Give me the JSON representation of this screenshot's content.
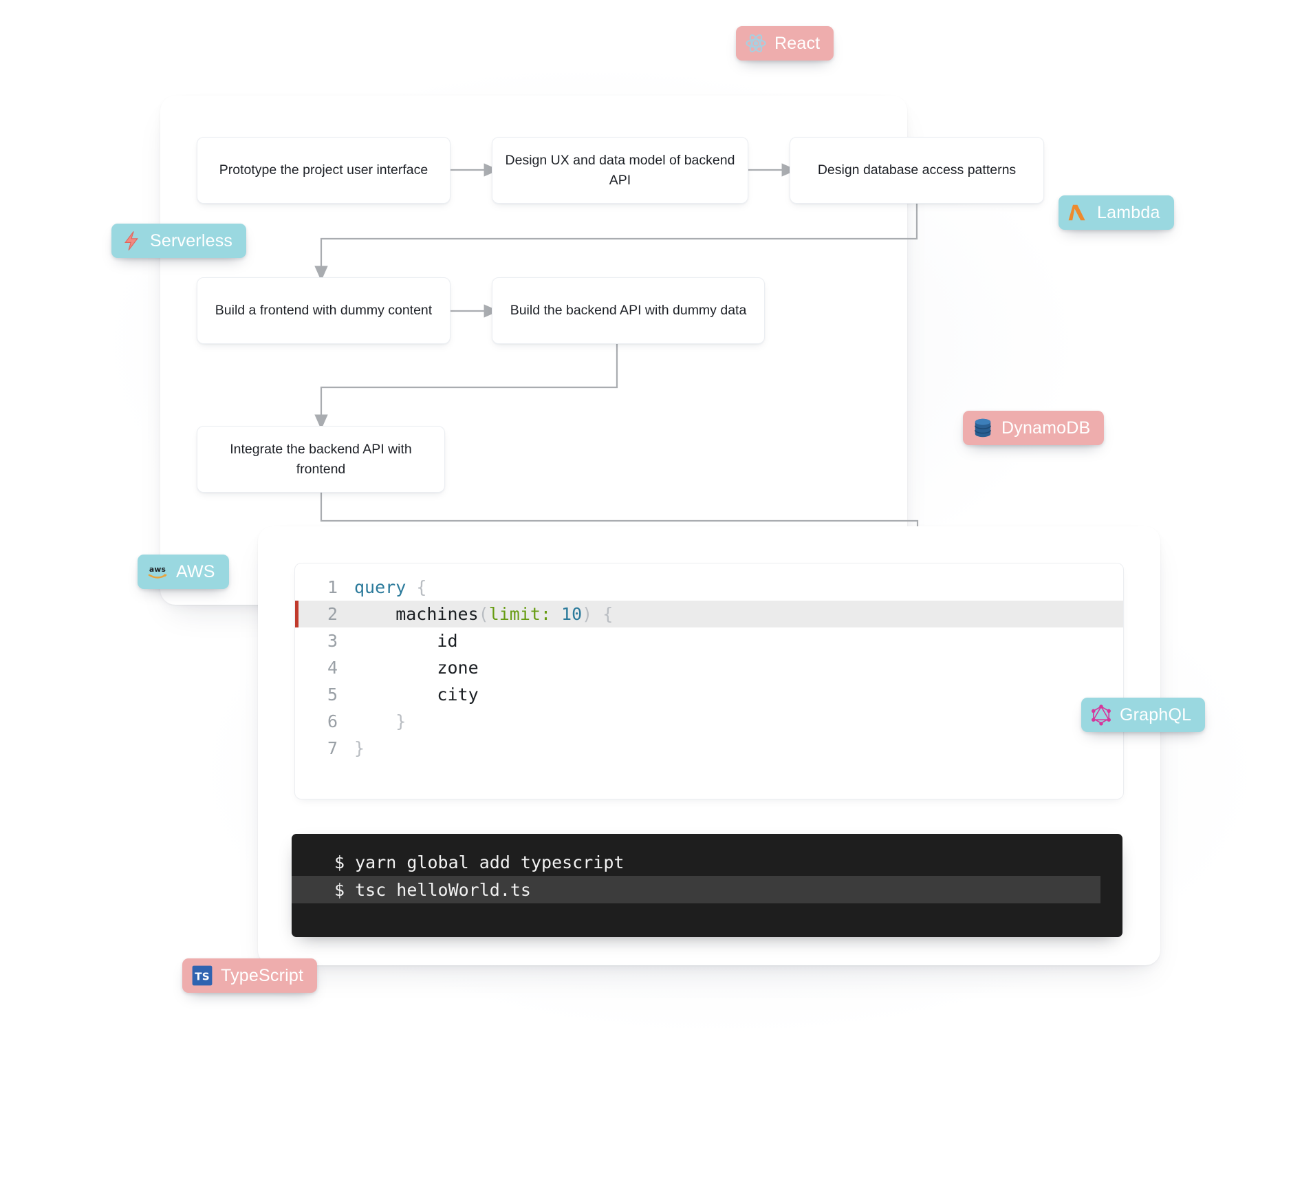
{
  "flow": {
    "boxes": [
      {
        "id": "prototype-ui",
        "label": "Prototype the project user interface"
      },
      {
        "id": "design-ux",
        "label": "Design UX and data model of backend API"
      },
      {
        "id": "design-db",
        "label": "Design database access patterns"
      },
      {
        "id": "build-frontend",
        "label": "Build a frontend with dummy content"
      },
      {
        "id": "build-backend",
        "label": "Build the backend API with dummy data"
      },
      {
        "id": "integrate",
        "label": "Integrate the backend API with frontend"
      }
    ],
    "arrow_color": "#a9acb0"
  },
  "badges": [
    {
      "id": "react",
      "label": "React",
      "icon": "react-icon",
      "bg": "#eeadad",
      "fg": "#ffffff"
    },
    {
      "id": "serverless",
      "label": "Serverless",
      "icon": "serverless-icon",
      "bg": "#9ad8e0",
      "fg": "#ffffff"
    },
    {
      "id": "lambda",
      "label": "Lambda",
      "icon": "lambda-icon",
      "bg": "#9ad8e0",
      "fg": "#ffffff"
    },
    {
      "id": "dynamodb",
      "label": "DynamoDB",
      "icon": "dynamodb-icon",
      "bg": "#eeadad",
      "fg": "#ffffff"
    },
    {
      "id": "aws",
      "label": "AWS",
      "icon": "aws-icon",
      "bg": "#9ad8e0",
      "fg": "#ffffff"
    },
    {
      "id": "graphql",
      "label": "GraphQL",
      "icon": "graphql-icon",
      "bg": "#9ad8e0",
      "fg": "#ffffff"
    },
    {
      "id": "typescript",
      "label": "TypeScript",
      "icon": "typescript-icon",
      "bg": "#eeadad",
      "fg": "#ffffff"
    }
  ],
  "code_panel": {
    "language": "graphql",
    "highlighted_line": 2,
    "marker_color": "#c0392b",
    "lines": [
      {
        "n": "1",
        "tokens": [
          {
            "t": "query ",
            "c": "kw"
          },
          {
            "t": "{",
            "c": "punc"
          }
        ]
      },
      {
        "n": "2",
        "tokens": [
          {
            "t": "    machines",
            "c": "fn"
          },
          {
            "t": "(",
            "c": "punc"
          },
          {
            "t": "limit: ",
            "c": "arg"
          },
          {
            "t": "10",
            "c": "num"
          },
          {
            "t": ")",
            "c": "punc"
          },
          {
            "t": " {",
            "c": "punc"
          }
        ]
      },
      {
        "n": "3",
        "tokens": [
          {
            "t": "        id",
            "c": "fn"
          }
        ]
      },
      {
        "n": "4",
        "tokens": [
          {
            "t": "        zone",
            "c": "fn"
          }
        ]
      },
      {
        "n": "5",
        "tokens": [
          {
            "t": "        city",
            "c": "fn"
          }
        ]
      },
      {
        "n": "6",
        "tokens": [
          {
            "t": "    }",
            "c": "punc"
          }
        ]
      },
      {
        "n": "7",
        "tokens": [
          {
            "t": "}",
            "c": "punc"
          }
        ]
      }
    ]
  },
  "terminal": {
    "background": "#1e1e1e",
    "highlight_background": "#3c3c3c",
    "highlighted_line": 2,
    "lines": [
      "$ yarn global add typescript",
      "$ tsc helloWorld.ts"
    ]
  }
}
